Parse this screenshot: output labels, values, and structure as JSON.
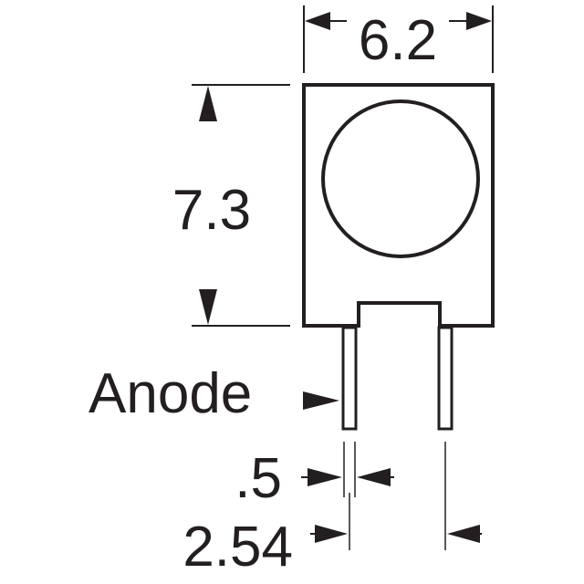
{
  "dimensions": {
    "width": "6.2",
    "height": "7.3",
    "lead_width": ".5",
    "lead_spacing": "2.54"
  },
  "labels": {
    "anode": "Anode"
  },
  "colors": {
    "ink": "#231f20",
    "background": "#ffffff"
  }
}
